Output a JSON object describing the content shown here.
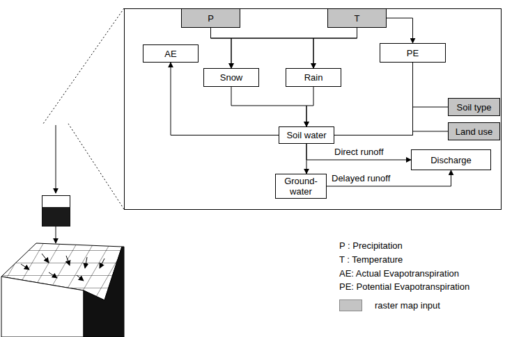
{
  "diagram": {
    "nodes": [
      {
        "text": [
          "P"
        ]
      },
      {
        "text": [
          "T"
        ]
      },
      {
        "text": [
          "AE"
        ]
      },
      {
        "text": [
          "PE"
        ]
      },
      {
        "text": [
          "Soil type"
        ]
      },
      {
        "text": [
          "Land use"
        ]
      },
      {
        "text": [
          "Snow"
        ]
      },
      {
        "text": [
          "Rain"
        ]
      },
      {
        "text": [
          "Soil water"
        ]
      },
      {
        "text": [
          "Discharge"
        ]
      },
      {
        "text": [
          "Ground- water"
        ]
      }
    ],
    "edges": [
      {
        "from": 0,
        "to": 6,
        "arrow": "to"
      },
      {
        "from": 0,
        "to": 7,
        "arrow": "to"
      },
      {
        "from": 1,
        "to": 6,
        "arrow": "to"
      },
      {
        "from": 1,
        "to": 7,
        "arrow": "to"
      },
      {
        "from": 1,
        "to": 3,
        "arrow": "to"
      },
      {
        "from": 3,
        "to": 8,
        "arrow": "none"
      },
      {
        "from": 4,
        "to": 8,
        "arrow": "none"
      },
      {
        "from": 5,
        "to": 8,
        "arrow": "none"
      },
      {
        "from": 6,
        "to": 8,
        "arrow": "to"
      },
      {
        "from": 7,
        "to": 8,
        "arrow": "to"
      },
      {
        "from": 8,
        "to": 2,
        "arrow": "to"
      },
      {
        "from": 8,
        "to": 9,
        "label": "Direct runoff",
        "arrow": "to"
      },
      {
        "from": 8,
        "to": 10,
        "arrow": "to"
      },
      {
        "from": 10,
        "to": 9,
        "label": "Delayed runoff",
        "arrow": "to"
      }
    ],
    "labels": [
      "P : Precipitation",
      "T : Temperature",
      "AE: Actual Evapotranspiration",
      "PE: Potential Evapotranspiration"
    ],
    "legend": [
      {
        "text": "raster map input",
        "color": "#c4c4c4"
      }
    ]
  }
}
